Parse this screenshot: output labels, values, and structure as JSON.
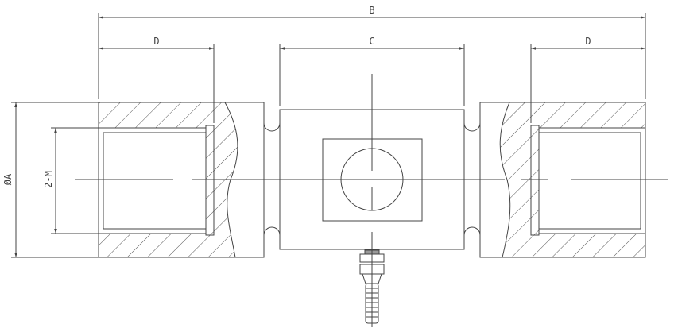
{
  "labels": {
    "b": "B",
    "c": "C",
    "d_left": "D",
    "d_right": "D",
    "a": "ØA",
    "m": "2-M"
  },
  "colors": {
    "line": "#444444",
    "background": "#ffffff"
  }
}
